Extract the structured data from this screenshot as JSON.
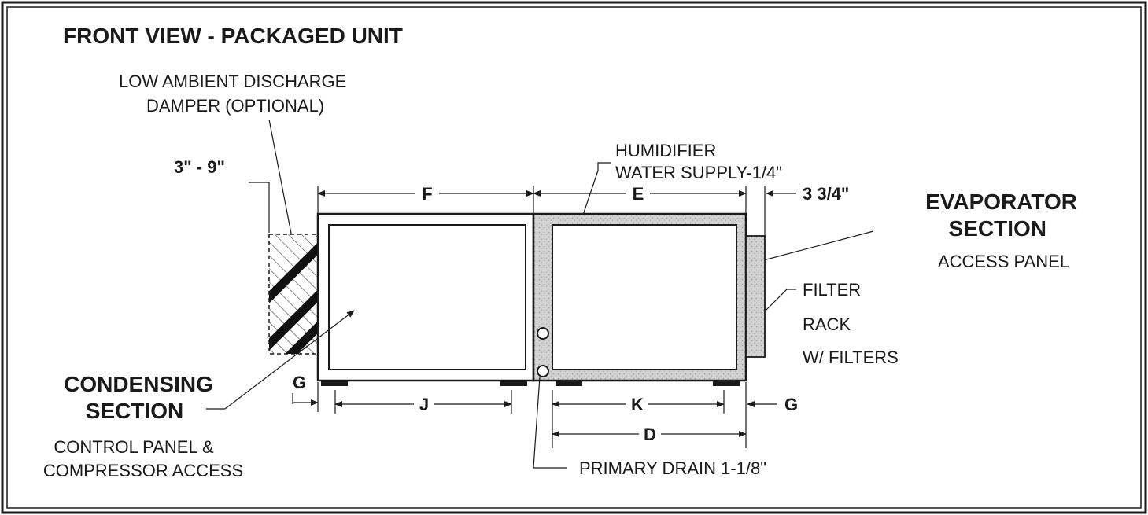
{
  "title": "FRONT VIEW - PACKAGED UNIT",
  "labels": {
    "damper_line1": "LOW AMBIENT DISCHARGE",
    "damper_line2": "DAMPER (OPTIONAL)",
    "humidifier_line1": "HUMIDIFIER",
    "humidifier_line2": "WATER SUPPLY-1/4\"",
    "evaporator_line1": "EVAPORATOR",
    "evaporator_line2": "SECTION",
    "evaporator_sub": "ACCESS PANEL",
    "filter_line1": "FILTER",
    "filter_line2": "RACK",
    "filter_line3": "W/ FILTERS",
    "condensing_line1": "CONDENSING",
    "condensing_line2": "SECTION",
    "condensing_sub1": "CONTROL PANEL &",
    "condensing_sub2": "COMPRESSOR ACCESS",
    "drain": "PRIMARY DRAIN 1-1/8\""
  },
  "dimensions": {
    "damper_range": "3\" - 9\"",
    "f": "F",
    "e": "E",
    "filter_depth": "3 3/4\"",
    "g_left": "G",
    "j": "J",
    "k": "K",
    "g_right": "G",
    "d": "D"
  },
  "colors": {
    "ink": "#1a1a1a",
    "evaporator_fill": "#cfcfcf",
    "background": "#ffffff"
  }
}
